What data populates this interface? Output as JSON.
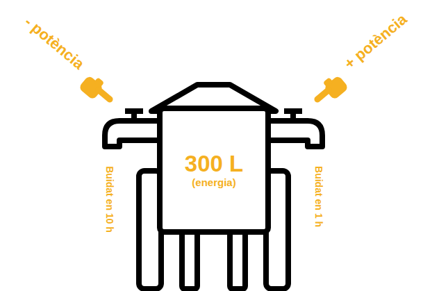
{
  "diagram": {
    "nodes": [
      {
        "text": [
          "300 L",
          "(energia)"
        ]
      }
    ],
    "labels": [
      "- potència",
      "+ potència",
      "Buidat en 10 h",
      "Buidat en 1 h"
    ]
  }
}
